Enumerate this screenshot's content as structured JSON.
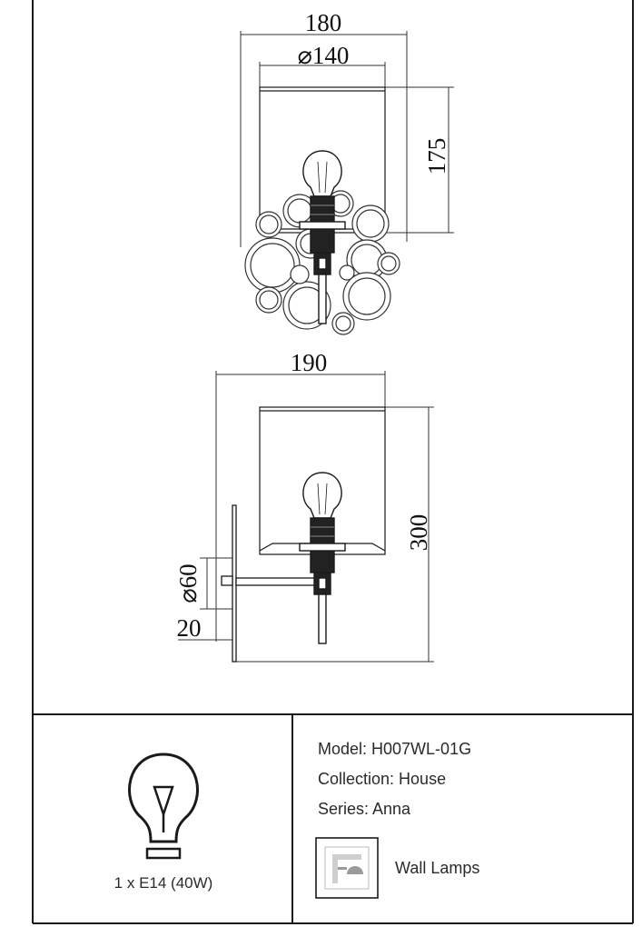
{
  "drawing": {
    "top_view": {
      "outer_width": "180",
      "shade_diameter": "⌀140",
      "height": "175"
    },
    "side_view": {
      "depth": "190",
      "height": "300",
      "backplate_diameter": "⌀60",
      "offset": "20"
    }
  },
  "bulb": {
    "icon": "light-bulb-icon",
    "spec": "1 x E14 (40W)"
  },
  "product": {
    "model": "Model: H007WL-01G",
    "collection": "Collection: House",
    "series": "Series: Anna",
    "category_icon": "wall-lamp-icon",
    "category": "Wall Lamps"
  },
  "colors": {
    "line": "#1a1a1a",
    "text": "#2a2a2a",
    "background": "#ffffff"
  }
}
